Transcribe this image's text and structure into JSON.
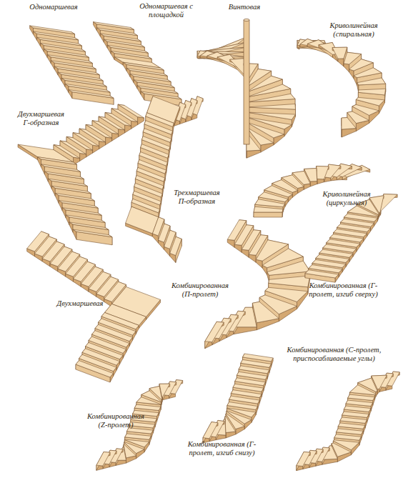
{
  "diagram": {
    "labels": [
      "Одномаршевая",
      "Одномаршевая с площадкой",
      "Винтовая",
      "Криволинейная (спиральная)",
      "Двухмаршевая Г-образная",
      "Трехмаршевая П-образная",
      "Криволинейная (циркульная)",
      "Комбинированная (П-пролет)",
      "Комбинированная (Г-пролет, изгиб сверху)",
      "Двухмаршевая",
      "Комбинированная (С-пролет, приспосабливаемые углы)",
      "Комбинированная (Z-пролет)",
      "Комбинированная (Г-пролет, изгиб снизу)"
    ]
  }
}
